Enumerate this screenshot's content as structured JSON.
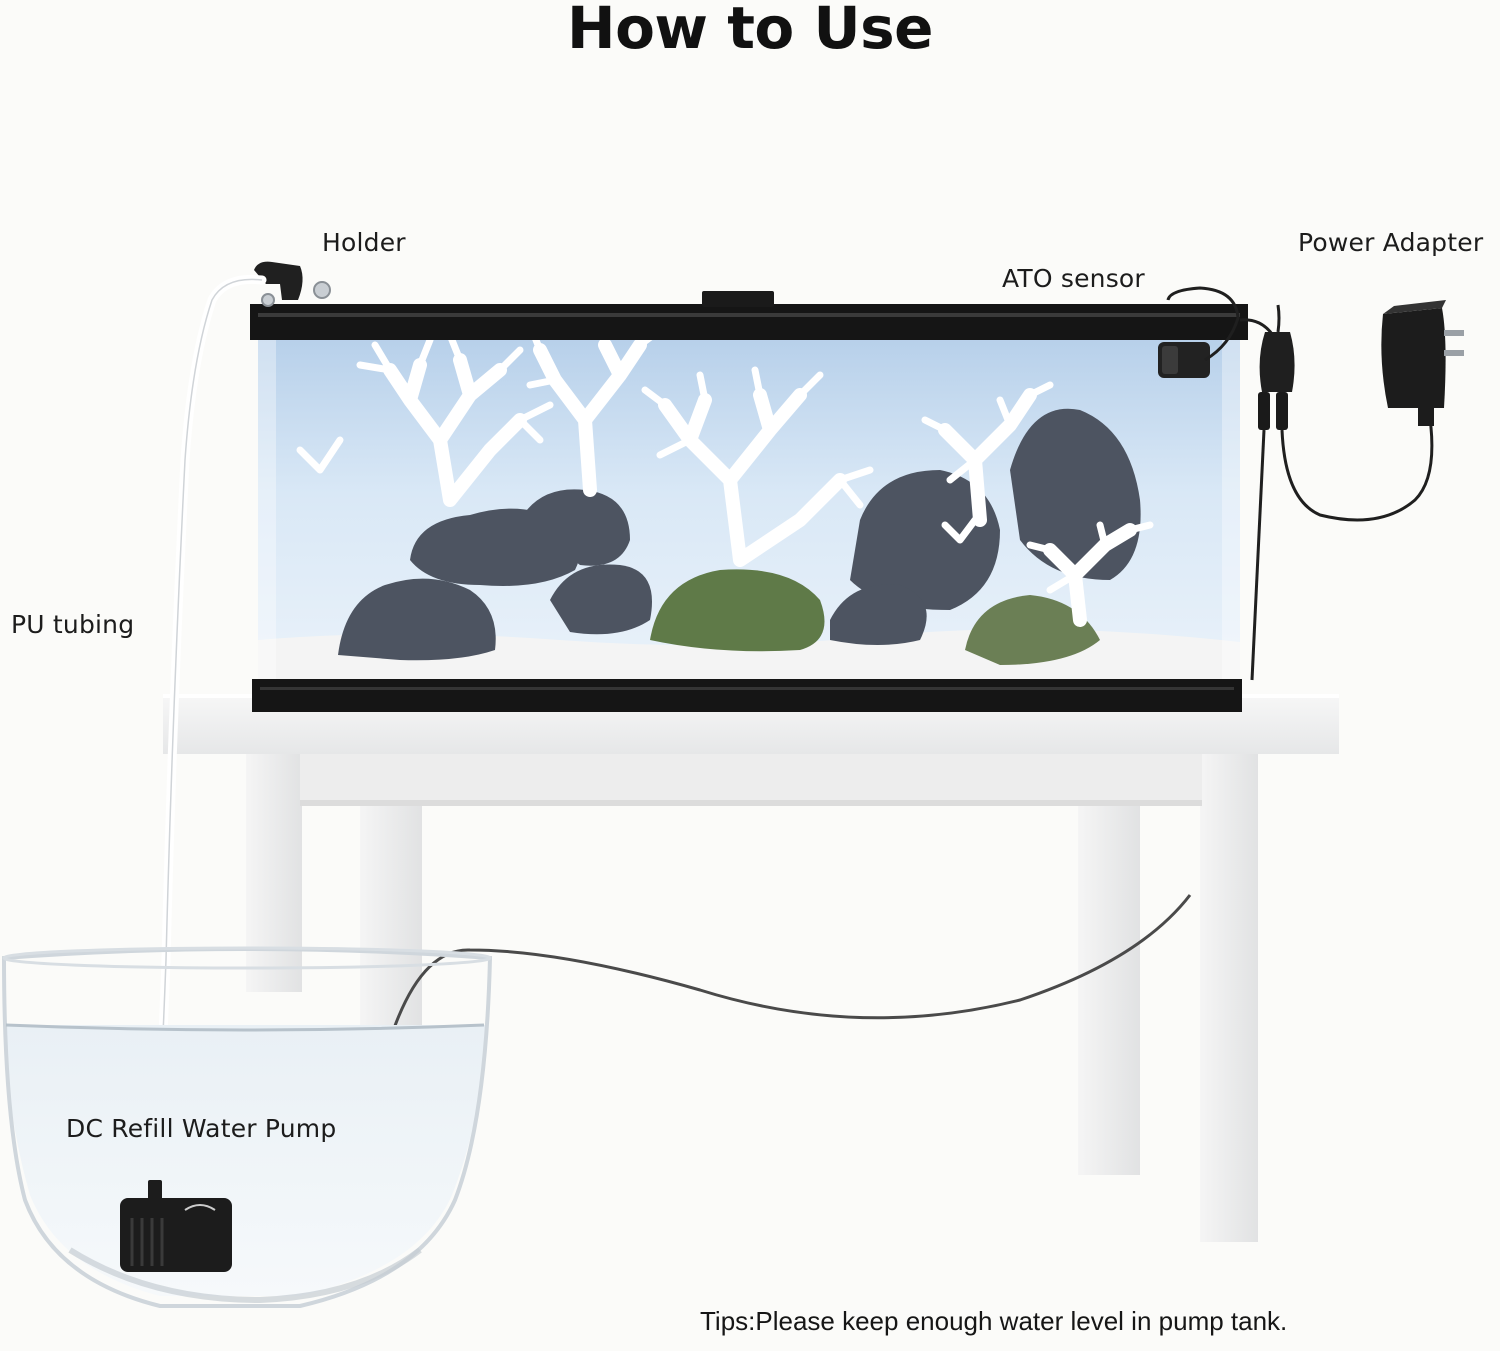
{
  "title": "How to Use",
  "labels": {
    "holder": "Holder",
    "ato_sensor": "ATO sensor",
    "power_adapter": "Power Adapter",
    "pu_tubing": "PU tubing",
    "pump": "DC Refill Water Pump"
  },
  "tips": "Tips:Please keep enough water level in pump tank.",
  "colors": {
    "background": "#fbfbf9",
    "tank_frame": "#151515",
    "water": "#cfe3f4",
    "sand": "#f3f3f3",
    "coral": "#ffffff",
    "rock": "#4e5563",
    "moss": "#5f7a48",
    "table": "#f2f2f2"
  },
  "icons": [
    "holder-icon",
    "ato-sensor-icon",
    "power-adapter-icon",
    "pump-icon"
  ]
}
